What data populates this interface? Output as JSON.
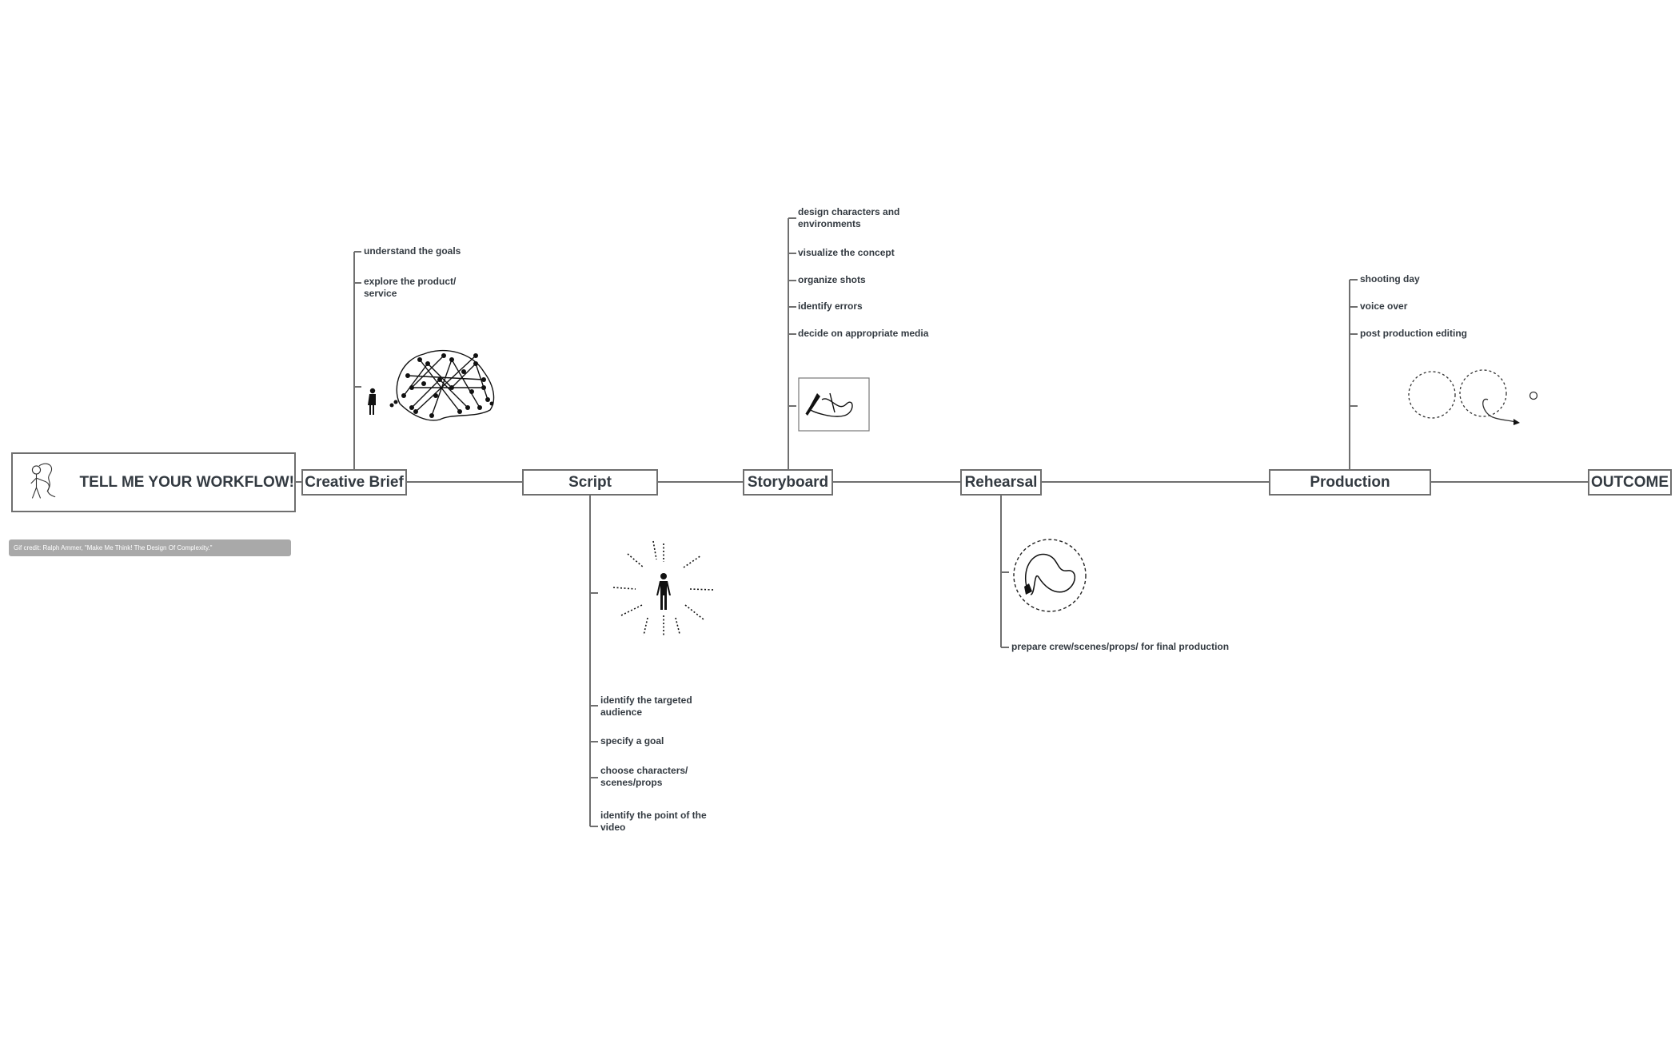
{
  "root": {
    "title": "TELL ME YOUR WORKFLOW!",
    "credit": "Gif credit: Ralph Ammer, \"Make Me Think! The Design Of Complexity.\""
  },
  "stages": [
    {
      "label": "Creative Brief",
      "items": [
        "understand the goals",
        "explore the product/ service"
      ]
    },
    {
      "label": "Script",
      "items": [
        "identify the targeted audience",
        "specify a goal",
        "choose characters/ scenes/props",
        "identify the point of the video"
      ]
    },
    {
      "label": "Storyboard",
      "items": [
        "design characters and environments",
        "visualize the concept",
        "organize shots",
        "identify errors",
        "decide on appropriate media"
      ]
    },
    {
      "label": "Rehearsal",
      "items": [
        "prepare crew/scenes/props/ for final production"
      ]
    },
    {
      "label": "Production",
      "items": [
        "shooting day",
        "voice over",
        "post production editing"
      ]
    },
    {
      "label": "OUTCOME",
      "items": []
    }
  ],
  "icons": {
    "root_sketch": "person-thinking-sketch-icon",
    "creative_brief": "person-and-brain-network-icon",
    "script": "person-radiating-lines-icon",
    "storyboard": "sketch-frame-icon",
    "rehearsal": "tangled-loop-circle-icon",
    "production": "dashed-circles-path-icon"
  },
  "colors": {
    "line": "#6f6f6f",
    "text": "#333a41",
    "credit_bg": "#a9a9a9"
  }
}
